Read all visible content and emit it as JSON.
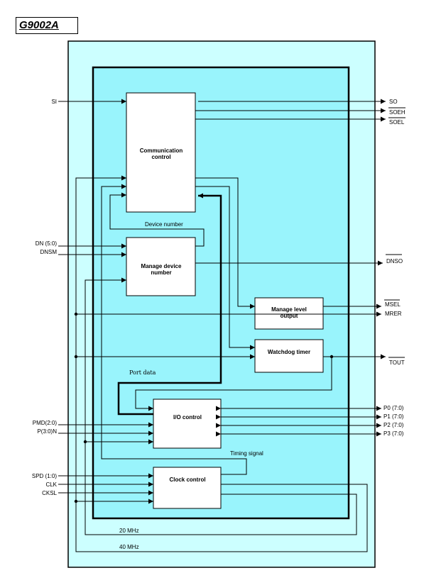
{
  "title": "G9002A",
  "blocks": {
    "comm_l1": "Communication",
    "comm_l2": "control",
    "dev_l1": "Manage device",
    "dev_l2": "number",
    "level_l1": "Manage level",
    "level_l2": "output",
    "watchdog": "Watchdog timer",
    "io": "I/O control",
    "clock": "Clock control"
  },
  "inputs": {
    "si": "SI",
    "dn": "DN (5:0)",
    "dnsm": "DNSM",
    "pmd": "PMD(2:0)",
    "pn": "P(3:0)N",
    "spd": "SPD (1:0)",
    "clk": "CLK",
    "cksl": "CKSL"
  },
  "outputs": {
    "so": "SO",
    "soeh": "SOEH",
    "soel": "SOEL",
    "dnso": "DNSO",
    "msel": "MSEL",
    "mrer": "MRER",
    "tout": "TOUT",
    "p0": "P0 (7:0)",
    "p1": "P1 (7:0)",
    "p2": "P2 (7:0)",
    "p3": "P3 (7:0)"
  },
  "labels": {
    "device_number": "Device number",
    "port_data": "Port data",
    "timing_signal": "Timing signal",
    "mhz20": "20 MHz",
    "mhz40": "40 MHz"
  },
  "colors": {
    "outer_fill": "#ccffff",
    "inner_fill": "#99f4fc",
    "block_fill": "#ffffff",
    "line": "#000000"
  }
}
